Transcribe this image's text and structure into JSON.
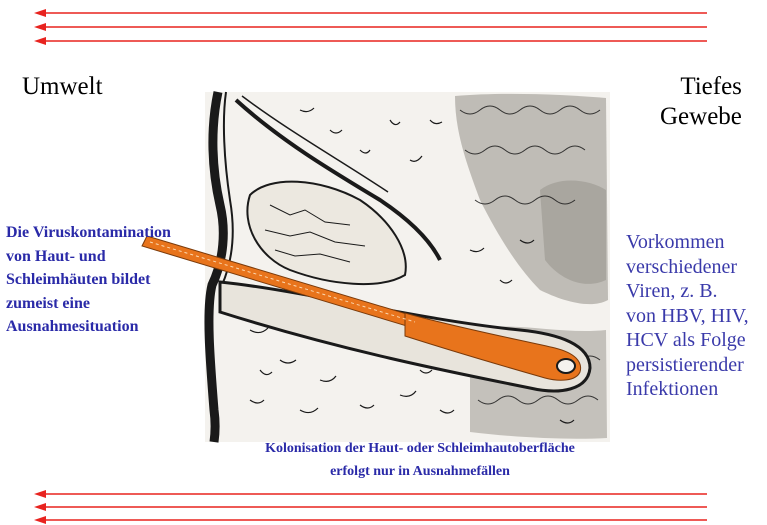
{
  "labels": {
    "left_title": "Umwelt",
    "right_title_line1": "Tiefes",
    "right_title_line2": "Gewebe",
    "left_note_lines": [
      "Die Viruskontamination",
      "von Haut- und",
      "Schleimhäuten bildet",
      "zumeist eine",
      "Ausnahmesituation"
    ],
    "right_note_lines": [
      "Vorkommen",
      "verschiedener",
      "Viren, z. B.",
      "von HBV, HIV,",
      "HCV als Folge",
      "persistierender",
      "Infektionen"
    ],
    "caption_line1": "Kolonisation der Haut- oder Schleimhautoberfläche",
    "caption_line2": "erfolgt nur in Ausnahmefällen"
  },
  "colors": {
    "arrow": "#e8231f",
    "blue_text": "#2a2aa8",
    "hair": "#e8741c",
    "ink": "#1a1a1a"
  },
  "icons": {
    "arrow": "arrow-left-icon",
    "illustration": "hair-follicle-skin-illustration"
  }
}
